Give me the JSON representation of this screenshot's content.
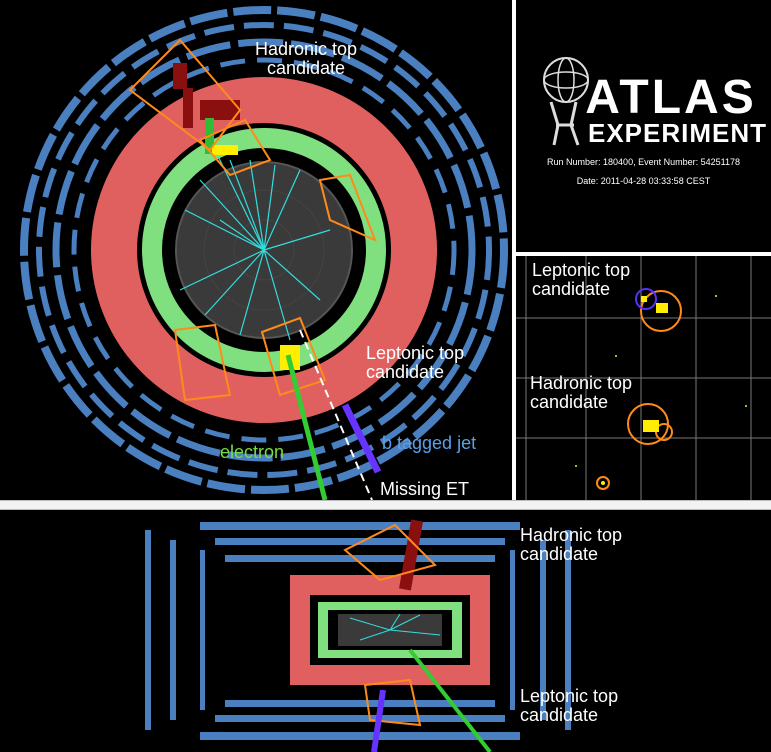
{
  "endview": {
    "labels": {
      "hadronic_top": "Hadronic top\ncandidate",
      "leptonic_top": "Leptonic top\ncandidate",
      "electron": "electron",
      "b_jet": "b tagged jet",
      "missing_et": "Missing ET"
    }
  },
  "logo": {
    "title": "ATLAS",
    "subtitle": "EXPERIMENT",
    "run_info": "Run Number: 180400, Event Number: 54251178",
    "date": "Date: 2011-04-28 03:33:58 CEST"
  },
  "lego": {
    "labels": {
      "leptonic_top": "Leptonic top\ncandidate",
      "hadronic_top": "Hadronic top\ncandidate"
    }
  },
  "sideview": {
    "labels": {
      "hadronic_top": "Hadronic top\ncandidate",
      "leptonic_top": "Leptonic top\ncandidate"
    }
  },
  "colors": {
    "background": "#000000",
    "muon_chambers": "#4a7fc0",
    "hadronic_calorimeter": "#e06060",
    "em_calorimeter": "#80e080",
    "inner_detector": "#3a3a3a",
    "tracks": "#33dddd",
    "jet_cones": "#ff8a1a",
    "electron": "#33cc33",
    "b_jet": "#6633ff",
    "deposits": "#ffee00"
  }
}
